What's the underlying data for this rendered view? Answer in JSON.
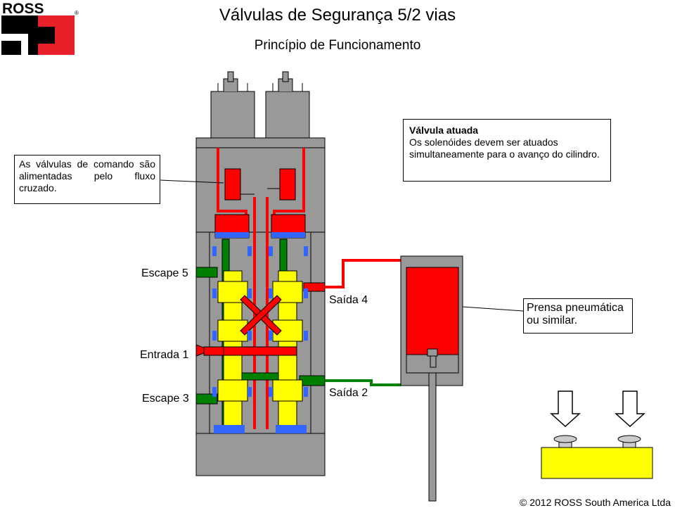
{
  "header": {
    "logo_text": "ROSS",
    "logo_registered": "®",
    "title": "Válvulas de Segurança 5/2 vias",
    "subtitle": "Princípio de Funcionamento"
  },
  "notes": {
    "left": "As válvulas de comando são alimentadas pelo fluxo cruzado.",
    "right_title": "Válvula atuada",
    "right_body": "Os solenóides devem ser atuados simultaneamente para o avanço do cilindro."
  },
  "ports": {
    "escape5": "Escape 5",
    "entrada1": "Entrada 1",
    "escape3": "Escape 3",
    "saida4": "Saída 4",
    "saida2": "Saída 2"
  },
  "press_label": "Prensa pneumática ou similar.",
  "footer": {
    "copyright": "© 2012 ROSS South America Ltda"
  },
  "colors": {
    "pressure": "#ff0000",
    "exhaust": "#008000",
    "spool": "#ffff00",
    "body": "#999999",
    "seal": "#3366ff",
    "logo_red": "#e8202a"
  }
}
